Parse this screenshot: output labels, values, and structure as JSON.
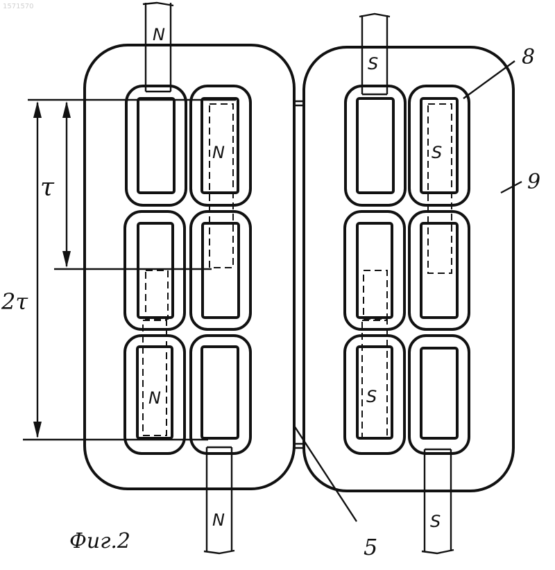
{
  "watermark": "1571570",
  "figure_caption": "Фиг.2",
  "dimension_labels": {
    "tau": "τ",
    "two_tau": "2τ"
  },
  "callouts": {
    "ref_8": "8",
    "ref_9": "9",
    "ref_5": "5"
  },
  "poles": {
    "left_top_strip": "N",
    "left_bottom_strip": "N",
    "left_coil_top_right": "N",
    "left_coil_bottom_left": "N",
    "right_top_strip": "S",
    "right_bottom_strip": "S",
    "right_coil_top_right": "S",
    "right_coil_bottom_left": "S"
  }
}
